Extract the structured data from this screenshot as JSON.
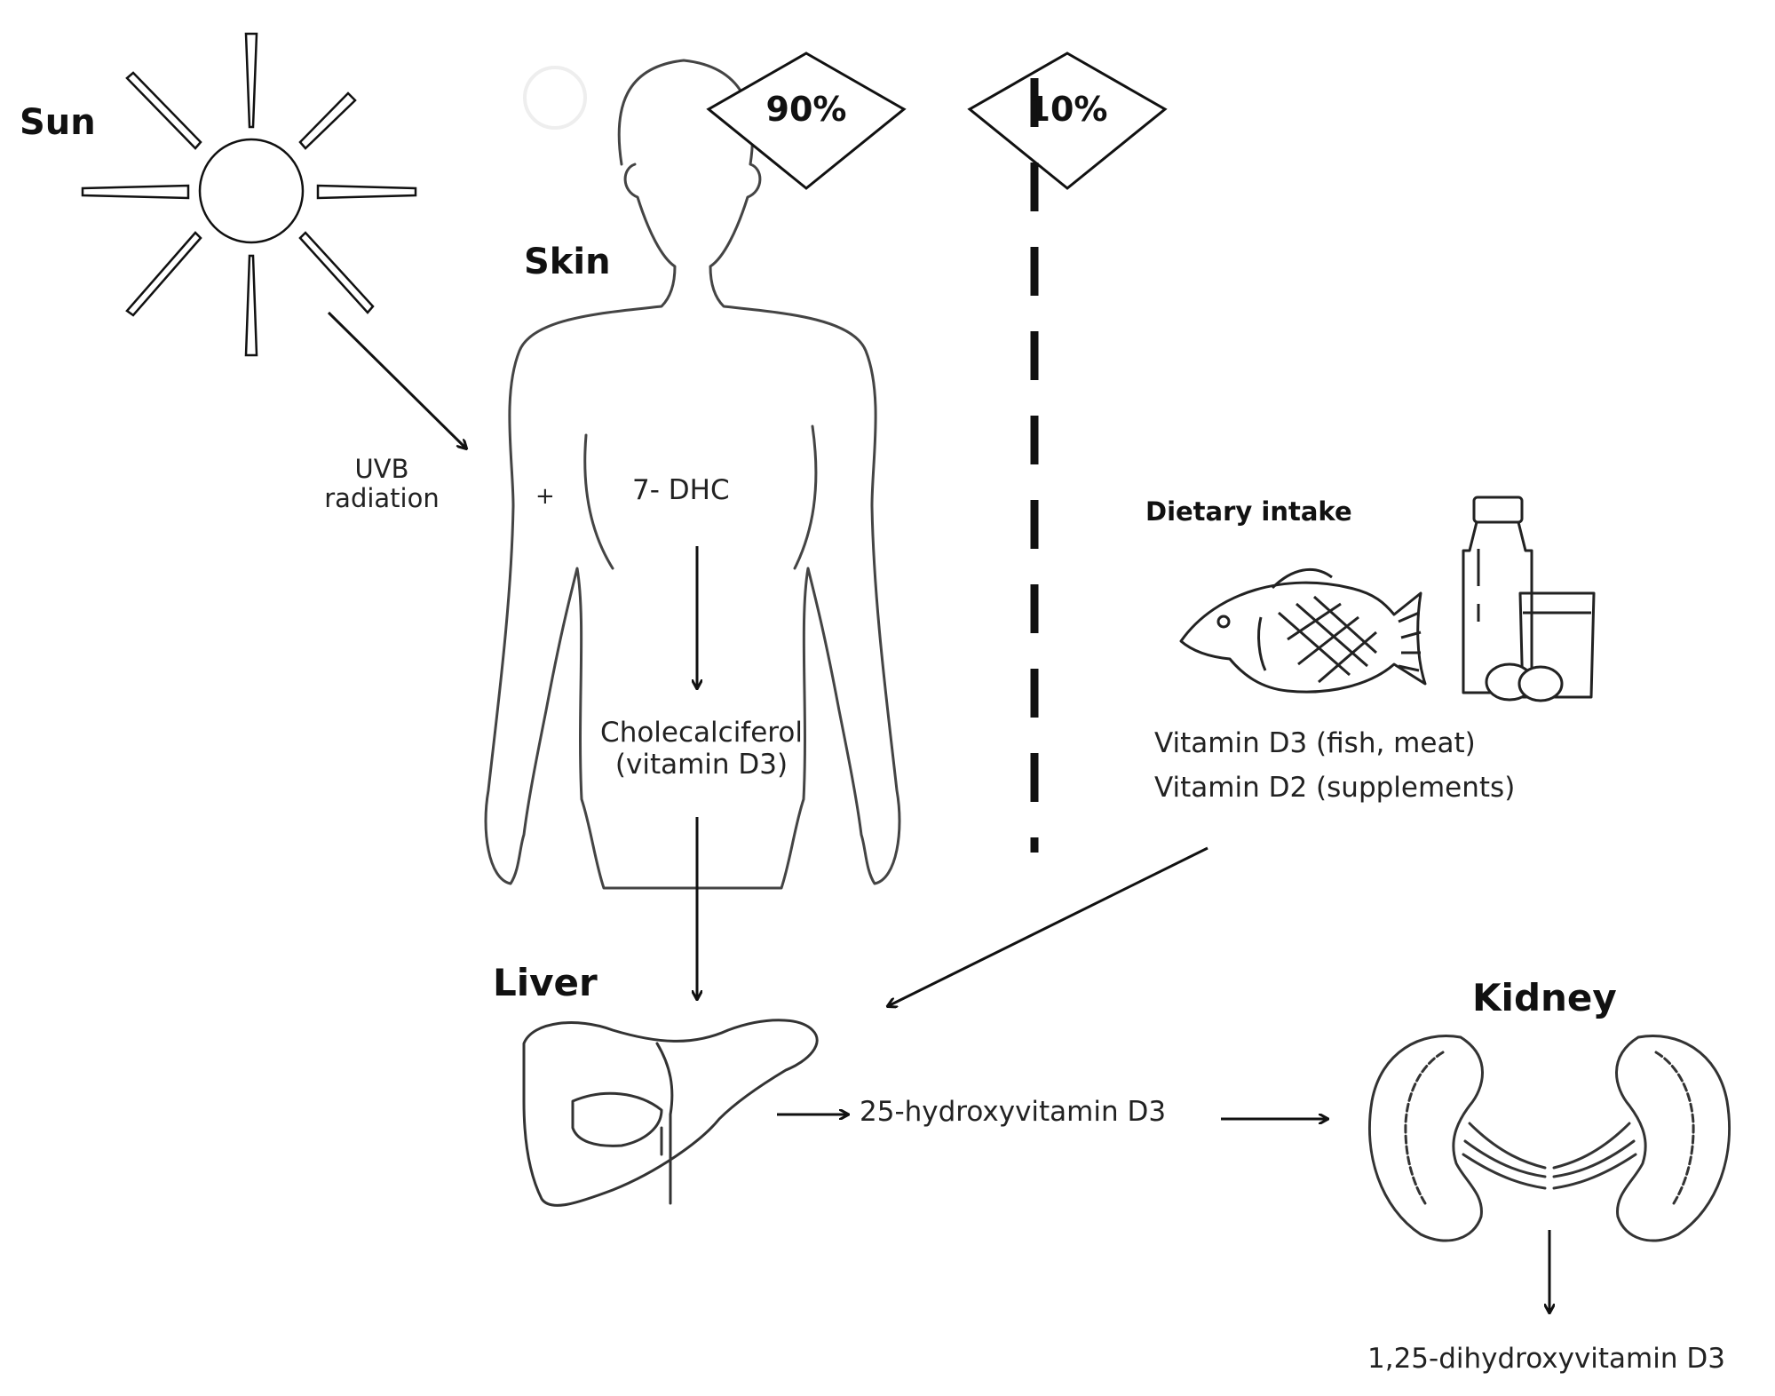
{
  "labels": {
    "sun": "Sun",
    "skin": "Skin",
    "uvb_line1": "UVB",
    "uvb_line2": "radiation",
    "plus": "+",
    "seven_dhc": "7- DHC",
    "cholecalciferol_line1": "Cholecalciferol",
    "cholecalciferol_line2": "(vitamin D3)",
    "dietary_intake": "Dietary intake",
    "vitd3_source": "Vitamin D3 (fish, meat)",
    "vitd2_source": "Vitamin D2 (supplements)",
    "liver": "Liver",
    "kidney": "Kidney",
    "hydroxy_25": "25-hydroxyvitamin D3",
    "dihydroxy_125": "1,25-dihydroxyvitamin D3"
  },
  "percent_boxes": {
    "sun_share": "90%",
    "diet_share": "10%"
  },
  "icons": [
    "sun-icon",
    "human-body-icon",
    "fish-icon",
    "milk-bottle-icon",
    "glass-icon",
    "eggs-icon",
    "liver-icon",
    "kidneys-icon"
  ],
  "colors": {
    "line": "#111111",
    "text": "#222222",
    "background": "#ffffff"
  }
}
